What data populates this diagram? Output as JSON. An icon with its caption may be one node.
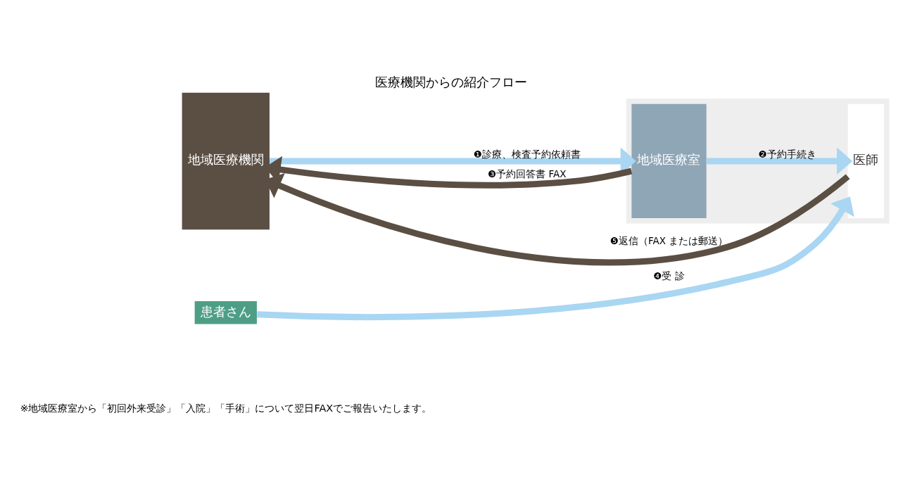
{
  "diagram": {
    "title": "医療機関からの紹介フロー",
    "caption": "※地域医療室から「初回外来受診」「入院」「手術」について翌日FAXでご報告いたします。",
    "nodes": [
      {
        "text": [
          "地域医療機関"
        ]
      },
      {
        "text": [],
        "shape": "box"
      },
      {
        "text": [
          "地域医療室"
        ],
        "in": 1
      },
      {
        "text": [
          "医師"
        ],
        "in": 1
      },
      {
        "text": [
          "患者さん"
        ]
      }
    ],
    "edges": [
      {
        "from": 0,
        "to": 2,
        "arrow": "to",
        "label": "❶診療、検査予約依頼書"
      },
      {
        "from": 2,
        "to": 3,
        "arrow": "to",
        "label": "❷予約手続き"
      },
      {
        "from": 2,
        "to": 0,
        "arrow": "to",
        "label": "❸予約回答書 FAX",
        "color": "#5b4e43"
      },
      {
        "from": 4,
        "to": 3,
        "arrow": "to",
        "label": "❹受 診"
      },
      {
        "from": 3,
        "to": 0,
        "arrow": "to",
        "label": "❺返信（FAX または郵送）",
        "color": "#5b4e43"
      }
    ]
  }
}
